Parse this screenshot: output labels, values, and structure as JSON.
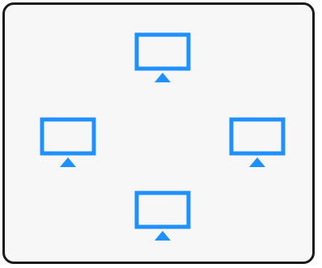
{
  "diagram": {
    "nodes": [
      {
        "id": "top",
        "icon": "monitor-icon"
      },
      {
        "id": "left",
        "icon": "monitor-icon"
      },
      {
        "id": "right",
        "icon": "monitor-icon"
      },
      {
        "id": "bottom",
        "icon": "monitor-icon"
      }
    ],
    "colors": {
      "icon": "#1e90ff",
      "frame_border": "#1a1a1a",
      "frame_fill": "#f7f7f7"
    }
  }
}
